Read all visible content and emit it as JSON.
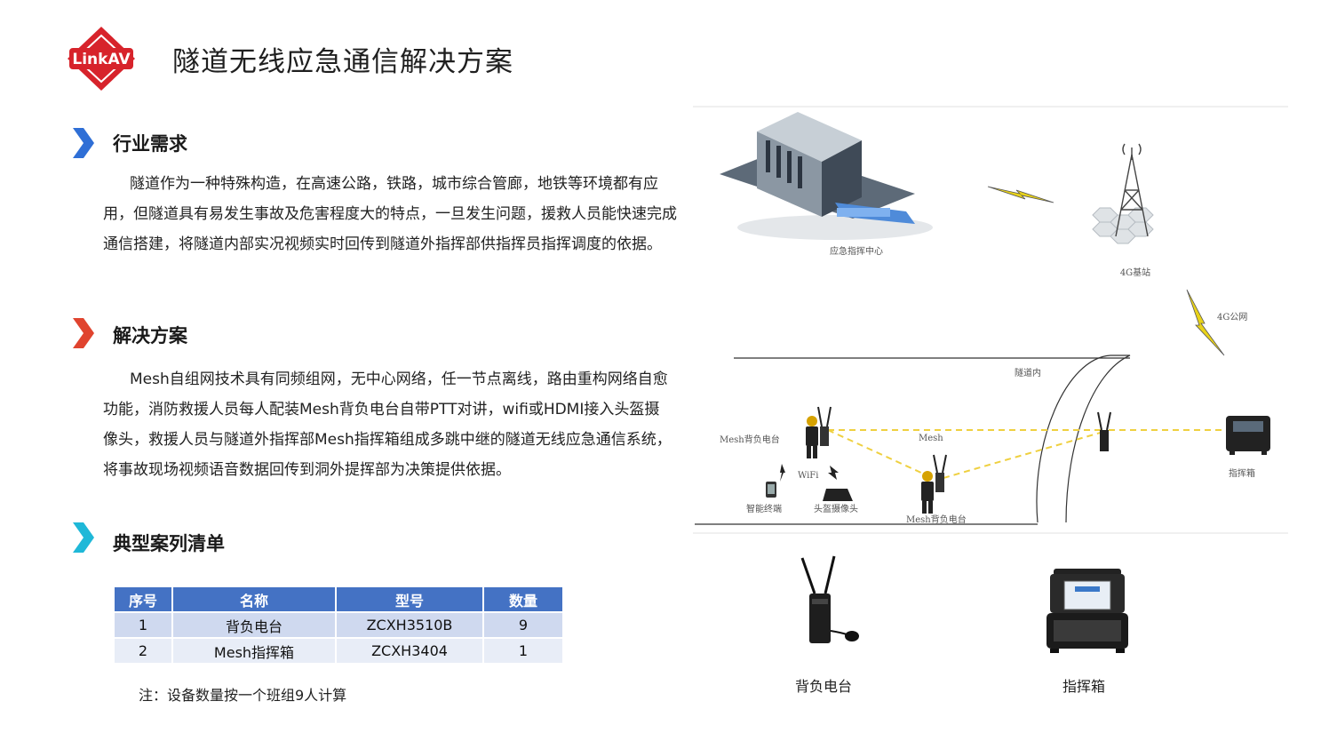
{
  "header": {
    "logo_text": "LinkAV",
    "title": "隧道无线应急通信解决方案"
  },
  "sections": [
    {
      "title": "行业需求",
      "text": "隧道作为一种特殊构造，在高速公路，铁路，城市综合管廊，地铁等环境都有应用，但隧道具有易发生事故及危害程度大的特点，一旦发生问题，援救人员能快速完成通信搭建，将隧道内部实况视频实时回传到隧道外指挥部供指挥员指挥调度的依据。",
      "arrow_color": "#2f6fd6"
    },
    {
      "title": "解决方案",
      "text": "Mesh自组网技术具有同频组网，无中心网络，任一节点离线，路由重构网络自愈功能，消防救援人员每人配装Mesh背负电台自带PTT对讲，wifi或HDMI接入头盔摄像头，救援人员与隧道外指挥部Mesh指挥箱组成多跳中继的隧道无线应急通信系统， 将事故现场视频语音数据回传到洞外提挥部为决策提供依据。",
      "arrow_color": "#e0442f"
    },
    {
      "title": "典型案列清单",
      "arrow_color": "#1fb8d8"
    }
  ],
  "table": {
    "headers": [
      "序号",
      "名称",
      "型号",
      "数量"
    ],
    "rows": [
      [
        "1",
        "背负电台",
        "ZCXH3510B",
        "9"
      ],
      [
        "2",
        "Mesh指挥箱",
        "ZCXH3404",
        "1"
      ]
    ]
  },
  "note": "注：设备数量按一个班组9人计算",
  "diagram": {
    "labels": {
      "command_center": "应急指挥中心",
      "base_station": "4G基站",
      "public_net": "4G公网",
      "tunnel_inside": "隧道内",
      "mesh_radio_left": "Mesh背负电台",
      "mesh": "Mesh",
      "command_box": "指挥箱",
      "wifi": "WiFi",
      "smart_terminal": "智能终端",
      "helmet_camera": "头盔摄像头",
      "mesh_radio_bottom": "Mesh背负电台"
    }
  },
  "products": [
    {
      "label": "背负电台"
    },
    {
      "label": "指挥箱"
    }
  ]
}
